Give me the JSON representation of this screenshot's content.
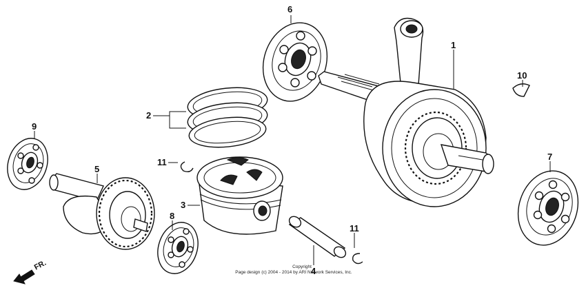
{
  "diagram": {
    "callouts": [
      {
        "id": "c1",
        "label": "1"
      },
      {
        "id": "c2",
        "label": "2"
      },
      {
        "id": "c3",
        "label": "3"
      },
      {
        "id": "c4",
        "label": "4"
      },
      {
        "id": "c5",
        "label": "5"
      },
      {
        "id": "c6",
        "label": "6"
      },
      {
        "id": "c7",
        "label": "7"
      },
      {
        "id": "c8",
        "label": "8"
      },
      {
        "id": "c9",
        "label": "9"
      },
      {
        "id": "c10",
        "label": "10"
      },
      {
        "id": "c11a",
        "label": "11"
      },
      {
        "id": "c11b",
        "label": "11"
      }
    ],
    "direction_label": "FR.",
    "copyright_line1": "Copyright",
    "copyright_line2": "Page design (c) 2004 - 2014 by ARI Network Services, Inc."
  }
}
